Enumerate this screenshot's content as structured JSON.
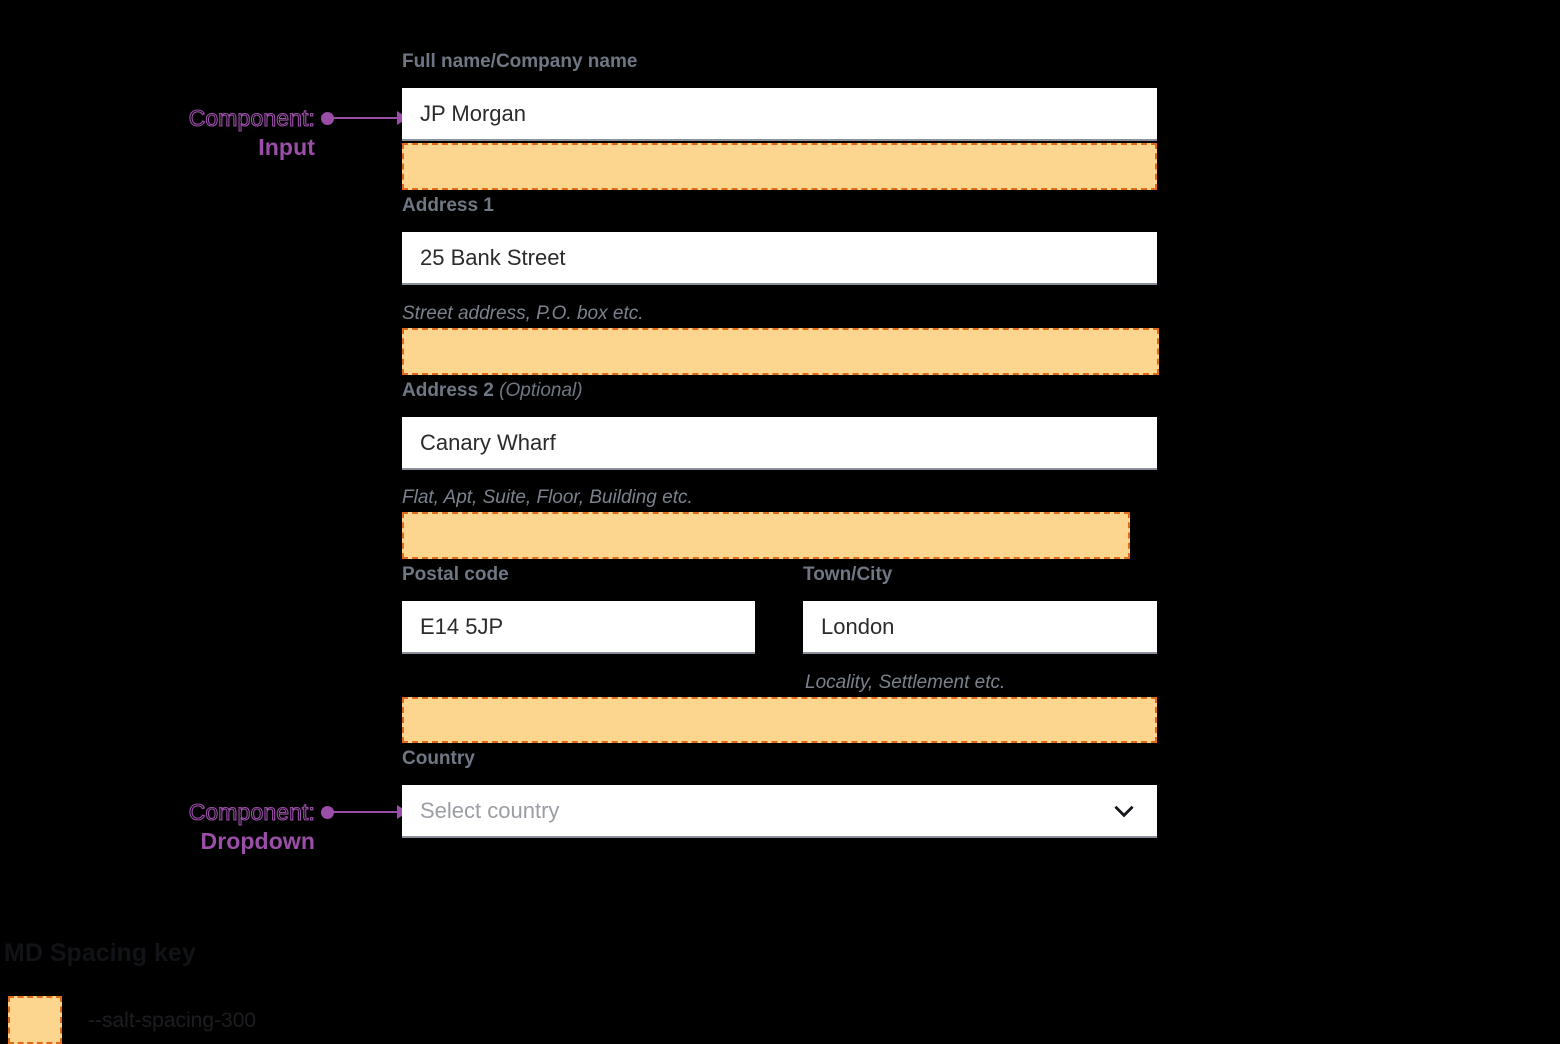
{
  "theme": {
    "background": "#000000",
    "accent_annotation": "#9b4ea8",
    "spacing_fill": "#fcd68f",
    "spacing_border": "#e0691a",
    "label_color": "#707784",
    "input_background": "#ffffff",
    "input_underline": "#8a8f99"
  },
  "annotations": [
    {
      "prefix": "Component:",
      "name": "Input"
    },
    {
      "prefix": "Component:",
      "name": "Dropdown"
    }
  ],
  "form": {
    "fields": [
      {
        "label": "Full name/Company name",
        "optional_suffix": "",
        "value": "JP Morgan",
        "placeholder": "",
        "helper": ""
      },
      {
        "label": "Address 1",
        "optional_suffix": "",
        "value": "25 Bank Street",
        "placeholder": "",
        "helper": "Street address, P.O. box etc."
      },
      {
        "label": "Address 2",
        "optional_suffix": "(Optional)",
        "value": "Canary Wharf",
        "placeholder": "",
        "helper": "Flat, Apt, Suite, Floor, Building etc."
      },
      {
        "label": "Postal code",
        "optional_suffix": "",
        "value": "E14 5JP",
        "placeholder": "",
        "helper": ""
      },
      {
        "label": "Town/City",
        "optional_suffix": "",
        "value": "London",
        "placeholder": "",
        "helper": "Locality, Settlement etc."
      },
      {
        "label": "Country",
        "optional_suffix": "",
        "value": "",
        "placeholder": "Select country",
        "helper": "",
        "icon": "chevron-down-icon"
      }
    ]
  },
  "legend": {
    "title": "MD Spacing key",
    "entries": [
      {
        "token": "--salt-spacing-300"
      }
    ]
  }
}
